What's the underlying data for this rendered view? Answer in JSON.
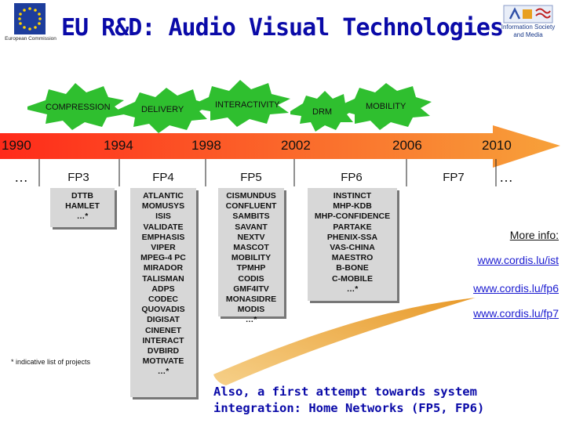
{
  "title": "EU R&D: Audio Visual Technologies",
  "logos": {
    "left_caption": "European Commission",
    "right_caption_line1": "Information Society",
    "right_caption_line2": "and Media"
  },
  "topics": [
    "COMPRESSION",
    "DELIVERY",
    "INTERACTIVITY",
    "DRM",
    "MOBILITY"
  ],
  "timeline": {
    "years": [
      "1990",
      "1994",
      "1998",
      "2002",
      "2006",
      "2010"
    ],
    "leading_ellipsis": "…",
    "trailing_ellipsis": "…",
    "programmes": [
      "FP3",
      "FP4",
      "FP5",
      "FP6",
      "FP7"
    ]
  },
  "projects": {
    "fp3": [
      "DTTB",
      "HAMLET",
      "…*"
    ],
    "fp4": [
      "ATLANTIC",
      "MOMUSYS",
      "ISIS",
      "VALIDATE",
      "EMPHASIS",
      "VIPER",
      "MPEG-4 PC",
      "MIRADOR",
      "TALISMAN",
      "ADPS",
      "CODEC",
      "QUOVADIS",
      "DIGISAT",
      "CINENET",
      "INTERACT",
      "DVBIRD",
      "MOTIVATE",
      "…*"
    ],
    "fp5": [
      "CISMUNDUS",
      "CONFLUENT",
      "SAMBITS",
      "SAVANT",
      "NEXTV",
      "MASCOT",
      "MOBILITY",
      "TPMHP",
      "CODIS",
      "GMF4ITV",
      "MONASIDRE",
      "MODIS",
      "…*"
    ],
    "fp6": [
      "INSTINCT",
      "MHP-KDB",
      "MHP-CONFIDENCE",
      "PARTAKE",
      "PHENIX-SSA",
      "VAS-CHINA",
      "MAESTRO",
      "B-BONE",
      "C-MOBILE",
      "…*"
    ]
  },
  "footnote": "* indicative list  of projects",
  "more_info": {
    "label": "More info:",
    "links": [
      "www.cordis.lu/ist",
      "www.cordis.lu/fp6",
      "www.cordis.lu/fp7"
    ]
  },
  "integration_note": "Also, a first attempt towards system integration: Home Networks (FP5, FP6)",
  "colors": {
    "title": "#0a0aa8",
    "burst_fill": "#2fbf2f",
    "arrow_start": "#ff2a1a",
    "arrow_end": "#f7a23a",
    "project_box": "#d7d7d7",
    "link": "#1b1bd0",
    "swoosh": "#e89a2a"
  }
}
